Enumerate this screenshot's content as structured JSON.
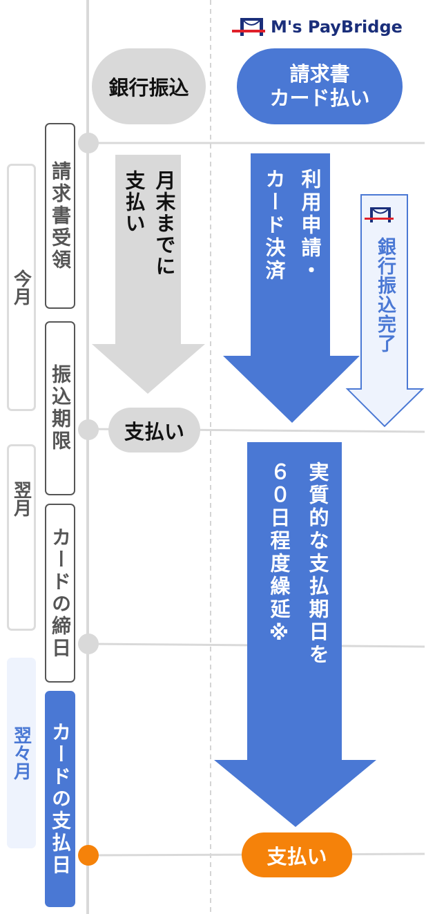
{
  "logo": {
    "text": "M's PayBridge"
  },
  "headers": {
    "bank_transfer": "銀行振込",
    "invoice_card_line1": "請求書",
    "invoice_card_line2": "カード払い"
  },
  "months": {
    "this_month": "今月",
    "next_month": "翌月",
    "month_after_next": "翌々月"
  },
  "milestones": {
    "invoice_received": "請求書受領",
    "transfer_deadline": "振込期限",
    "card_closing": "カードの締日",
    "card_payment": "カードの支払日"
  },
  "arrows": {
    "bank_line1": "月末までに",
    "bank_line2": "支払い",
    "card_line1": "利用申請・",
    "card_line2": "カード決済",
    "bank_done": "銀行振込完了",
    "defer_line1": "実質的な支払期日を",
    "defer_line2": "６０日程度繰延※"
  },
  "payments": {
    "bank_payment": "支払い",
    "card_payment": "支払い"
  },
  "colors": {
    "blue": "#4a78d4",
    "gray": "#d9d9d9",
    "orange": "#f5820a",
    "light_blue": "#eef3fd",
    "navy": "#1a2e7a"
  }
}
